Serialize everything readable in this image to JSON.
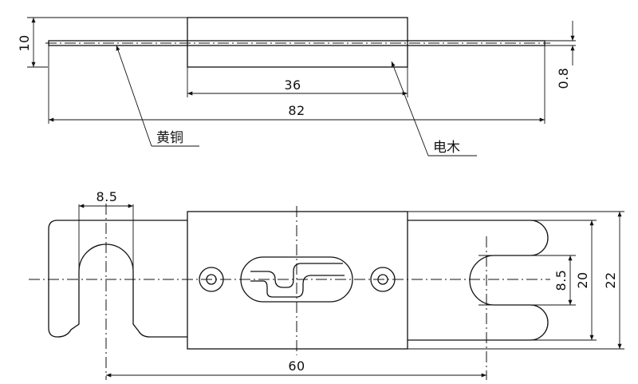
{
  "top_view": {
    "dim_height": "10",
    "dim_thickness": "0.8",
    "dim_body_length": "36",
    "dim_total_length": "82",
    "label_brass": "黄铜",
    "label_bakelite": "电木"
  },
  "bottom_view": {
    "dim_slot_width": "8.5",
    "dim_hole_spacing": "60",
    "dim_inner_slot": "8.5",
    "dim_blade_width": "20",
    "dim_total_width": "22"
  },
  "colors": {
    "line": "#111111",
    "background": "#ffffff"
  }
}
